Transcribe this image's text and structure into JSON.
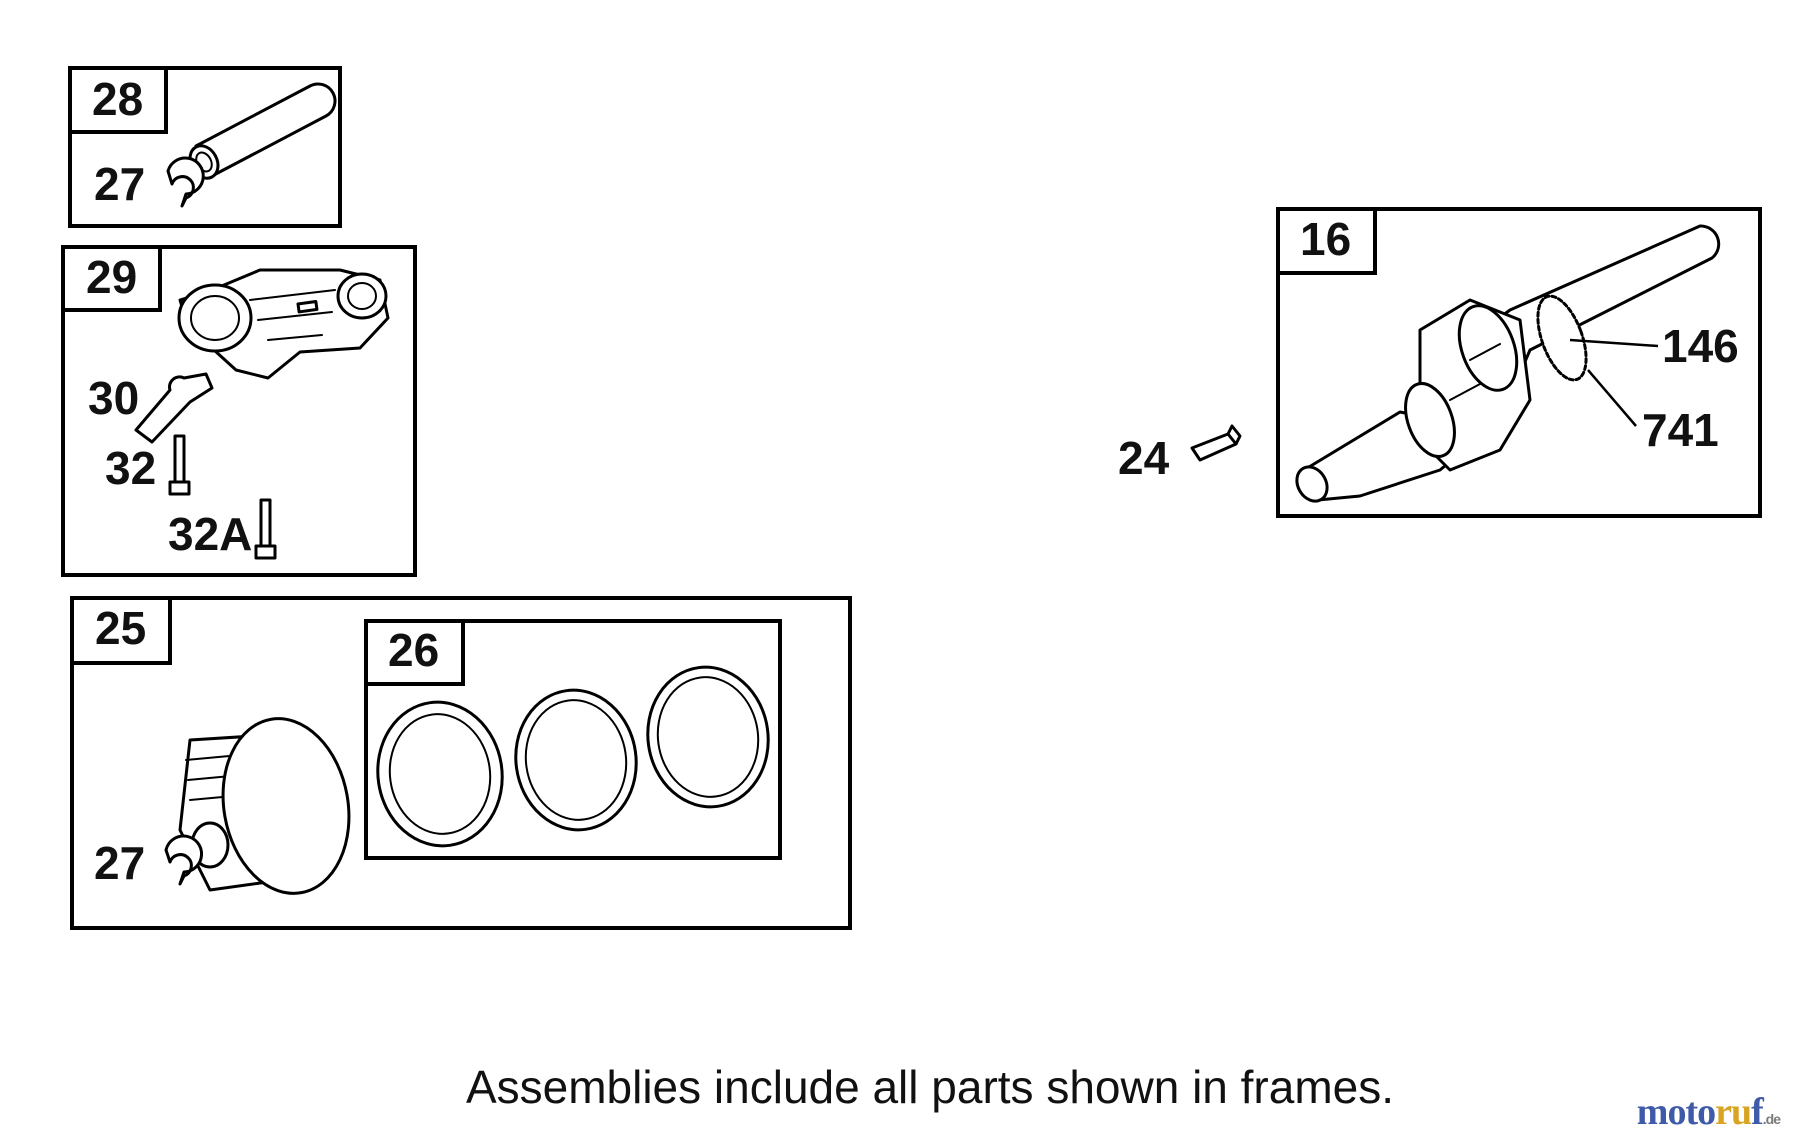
{
  "frames": {
    "pin": {
      "tag": "28",
      "callouts": [
        "27"
      ]
    },
    "rod": {
      "tag": "29",
      "callouts": [
        "30",
        "32",
        "32A"
      ]
    },
    "piston": {
      "tag": "25",
      "callouts": [
        "27"
      ]
    },
    "rings": {
      "tag": "26"
    },
    "crank": {
      "tag": "16",
      "callouts": [
        "146",
        "741"
      ]
    }
  },
  "loose_parts": {
    "key": "24"
  },
  "footnote": "Assemblies include all parts shown in frames.",
  "watermark": {
    "part1": "moto",
    "part2": "ru",
    "part3": "f",
    "suffix": ".de"
  },
  "colors": {
    "watermark_blue": "#3f5aa8",
    "watermark_gold": "#d9a423"
  }
}
